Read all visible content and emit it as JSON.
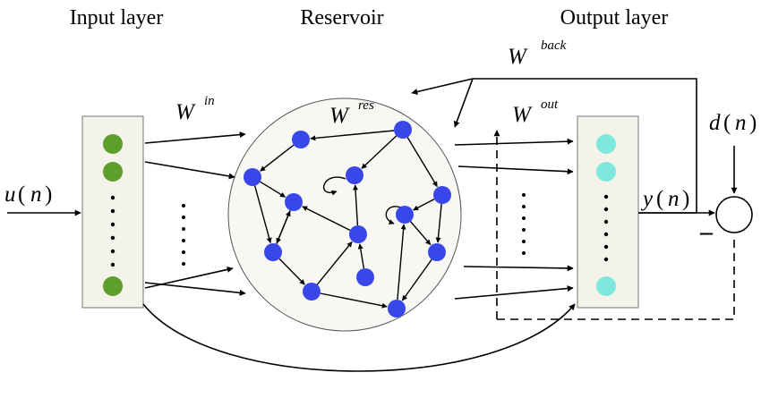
{
  "titles": {
    "input": "Input layer",
    "reservoir": "Reservoir",
    "output": "Output layer"
  },
  "weights": {
    "w": "W",
    "in": "in",
    "res": "res",
    "out": "out",
    "back": "back"
  },
  "signals": {
    "u_name": "u",
    "y_name": "y",
    "d_name": "d",
    "arg": "n",
    "open": "(",
    "close": ")",
    "minus": "–"
  },
  "colors": {
    "input_node": "#5e9e2a",
    "reservoir_node": "#3a47e8",
    "output_node": "#7ee8dc",
    "panel": "#f3f3ea",
    "line": "#000000"
  }
}
